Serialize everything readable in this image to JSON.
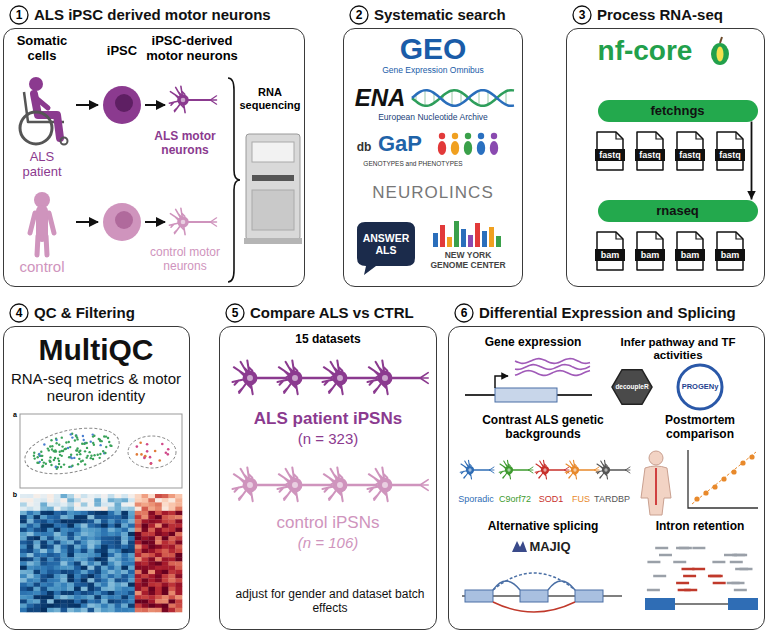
{
  "diagram": {
    "nodes": [
      {
        "text": [
          "ALS iPSC derived motor neurons"
        ]
      },
      {
        "text": [
          "Systematic search"
        ]
      },
      {
        "text": [
          "Process RNA-seq"
        ]
      },
      {
        "text": [
          "fetchngs"
        ],
        "in": 2
      },
      {
        "text": [
          "rnaseq"
        ],
        "in": 2
      },
      {
        "text": [
          "QC & Filtering"
        ]
      },
      {
        "text": [
          "Compare ALS vs CTRL"
        ]
      },
      {
        "text": [
          "Differential Expression and Splicing"
        ]
      }
    ],
    "edges": [
      {
        "from": 3,
        "to": 4,
        "arrow": "to"
      }
    ],
    "labels": [
      "1",
      "Somatic cells",
      "iPSC",
      "iPSC-derived motor neurons",
      "RNA sequencing",
      "ALS patient",
      "ALS motor neurons",
      "control",
      "control motor neurons",
      "2",
      "GEO",
      "Gene Expression Omnibus",
      "ENA",
      "European Nucleotide Archive",
      "db",
      "GaP",
      "GENOTYPES and PHENOTYPES",
      "NEUROLINCS",
      "ANSWER ALS",
      "NEW YORK GENOME CENTER",
      "3",
      "nf-core",
      "fastq",
      "fastq",
      "fastq",
      "fastq",
      "bam",
      "bam",
      "bam",
      "bam",
      "4",
      "MultiQC",
      "RNA-seq metrics & motor neuron identity",
      "a",
      "b",
      "5",
      "15 datasets",
      "ALS patient iPSNs",
      "(n = 323)",
      "control iPSNs",
      "(n = 106)",
      "adjust for gender and dataset batch effects",
      "6",
      "Gene expression",
      "Infer pathway and TF activities",
      "decoupleR",
      "PROGENy",
      "Contrast ALS genetic backgrounds",
      "Postmortem comparison",
      "Sporadic",
      "C9orf72",
      "SOD1",
      "FUS",
      "TARDBP",
      "Alternative splicing",
      "MAJIQ",
      "Intron retention"
    ]
  }
}
